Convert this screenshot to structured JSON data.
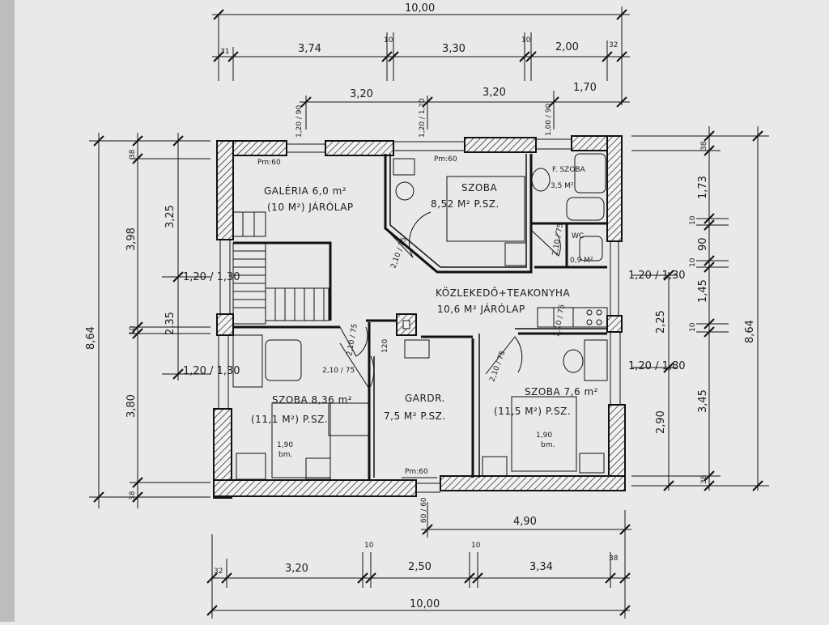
{
  "dims": {
    "top_total": "10,00",
    "top_row": [
      "31",
      "3,74",
      "10",
      "3,30",
      "10",
      "2,00",
      "32"
    ],
    "top_openings": [
      "3,20",
      "3,20",
      "1,70"
    ],
    "win_top": [
      "1,20 / 90",
      "1,20 / 1,20",
      "1,00 / 90"
    ],
    "bottom_total": "10,00",
    "bottom_row": [
      "32",
      "3,20",
      "10",
      "2,50",
      "10",
      "3,34",
      "38"
    ],
    "bottom_right": "4,90",
    "bottom_door": "60 / 60",
    "left_total": "8,64",
    "left_outer": [
      "38",
      "3,98",
      "10",
      "3,80",
      "38"
    ],
    "left_inner": [
      "3,25",
      "2,35"
    ],
    "left_win1": "1,20 / 1,30",
    "left_win2": "1,20 / 1,30",
    "right_total": "8,64",
    "right_outer": [
      "38",
      "1,73",
      "10",
      "90",
      "10",
      "1,45",
      "10",
      "3,45",
      "38"
    ],
    "right_inner": [
      "2,25",
      "2,90"
    ],
    "right_win1": "1,20 / 1,30",
    "right_win2": "1,20 / 1,80"
  },
  "rooms": {
    "galeria_1": "GALÉRIA 6,0 m²",
    "galeria_2": "(10 M²) JÁRÓLAP",
    "pm_60_top": "Pm:60",
    "pm_60_mid": "Pm:60",
    "pm_60_bottom": "Pm:60",
    "szoba1_1": "SZOBA",
    "szoba1_2": "8,52 M² P.SZ.",
    "furdo_1": "F. SZOBA",
    "furdo_2": "3,5 M²",
    "wc_1": "WC",
    "wc_2": "0,9 M²",
    "kozlekedo_1": "KÖZLEKEDŐ+TEAKONYHA",
    "kozlekedo_2": "10,6 M² JÁRÓLAP",
    "szoba2_1": "SZOBA 8,36 m²",
    "szoba2_2": "(11,1 M²) P.SZ.",
    "gardr_1": "GARDR.",
    "gardr_2": "7,5 M² P.SZ.",
    "szoba3_1": "SZOBA 7,6 m²",
    "szoba3_2": "(11,5 M²) P.SZ.",
    "door_210_75a": "2,10 / 75",
    "door_210_75b": "2,10 / 75",
    "door_210_75c": "2,10 / 75",
    "door_210_75d": "2,10 / 75",
    "door_210_75e": "2,10 / 75",
    "door_210_75f": "2,10 / 75",
    "door_120": "120",
    "bed1": "1,90",
    "bed1_unit": "bm.",
    "bed2": "1,90",
    "bed2_unit": "bm."
  }
}
